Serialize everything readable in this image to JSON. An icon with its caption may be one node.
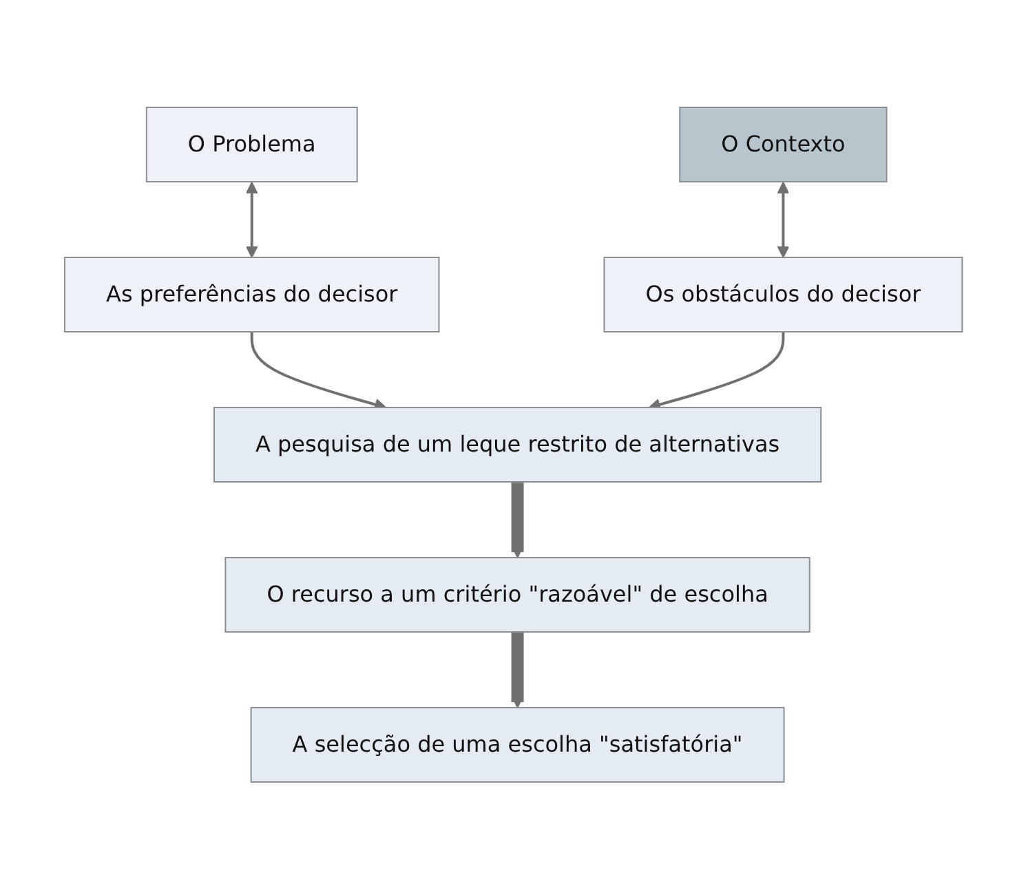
{
  "diagram": {
    "nodes": [
      {
        "text": [
          "O Problema"
        ]
      },
      {
        "text": [
          "O Contexto"
        ]
      },
      {
        "text": [
          "As preferências do decisor"
        ]
      },
      {
        "text": [
          "Os obstáculos do decisor"
        ]
      },
      {
        "text": [
          "A pesquisa de um leque restrito de alternativas"
        ]
      },
      {
        "text": [
          "O recurso a um critério \"razoável\" de escolha"
        ]
      },
      {
        "text": [
          "A selecção de uma escolha \"satisfatória\""
        ]
      }
    ],
    "edges": [
      {
        "from": 0,
        "to": 2,
        "arrow": "both"
      },
      {
        "from": 1,
        "to": 3,
        "arrow": "both"
      },
      {
        "from": 2,
        "to": 4,
        "arrow": "to"
      },
      {
        "from": 3,
        "to": 4,
        "arrow": "to"
      },
      {
        "from": 4,
        "to": 5,
        "arrow": "to",
        "style": "thick"
      },
      {
        "from": 5,
        "to": 6,
        "arrow": "to",
        "style": "thick"
      }
    ]
  }
}
